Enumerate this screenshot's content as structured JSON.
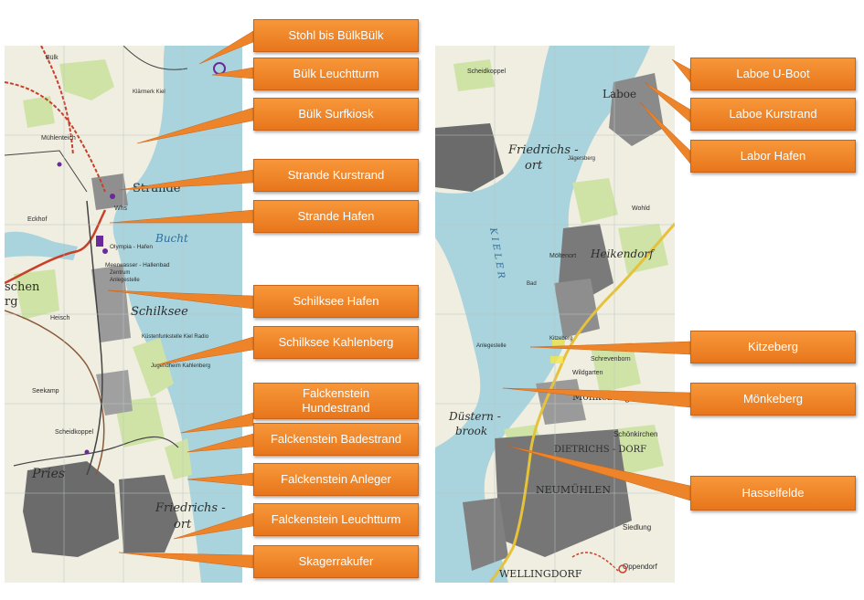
{
  "left_map": {
    "place_labels": {
      "strande": "Strande",
      "bucht": "Bucht",
      "schilksee": "Schilksee",
      "friedrichsort": "Friedrichs -",
      "friedrichsort2": "ort",
      "pries": "Pries",
      "muehlenteich": "Mühlenteich",
      "heisch": "Heisch",
      "seekamp": "Seekamp",
      "scheidkoppel": "Scheidkoppel",
      "olympia_hafen": "Olympia - Hafen",
      "meerwasser": "Meerwasser - Hallenbad",
      "zentrum": "Zentrum",
      "anlegestelle": "Anlegestelle",
      "kuestenfunk": "Küstenfunkstelle Kiel Radio",
      "jugendheim": "Jugendheim Kahlenberg",
      "eckhof": "Eckhof",
      "whs": "Whs",
      "buelk": "Bülk",
      "klaermerk": "Klärmerk Kiel",
      "schenkenberg": "schen",
      "schenkenberg2": "rg"
    }
  },
  "right_map": {
    "place_labels": {
      "laboe": "Laboe",
      "friedrichsort": "Friedrichs -",
      "friedrichsort2": "ort",
      "heikendorf": "Heikendorf",
      "moeltenort": "Möltenort",
      "moenkeberg": "Mönkeberg",
      "duesternbrook": "Düstern -",
      "duesternbrook2": "brook",
      "dietrichsdorf": "DIETRICHS - DORF",
      "neumuehlen": "NEUMÜHLEN",
      "wellingdorf": "WELLINGDORF",
      "schoenkirchen": "Schönkirchen",
      "oppendorf": "Oppendorf",
      "siedlung": "Siedlung",
      "kiel_vertical": "K I E L E R",
      "scheidkoppel": "Scheidkoppel",
      "schrevenborn": "Schrevenborn",
      "wildgarten": "Wildgarten",
      "wohld": "Wohld",
      "bad": "Bad",
      "anlegestelle": "Anlegestelle",
      "jaegersberg": "Jägersberg",
      "kitzeberg_small": "Kitzeberg"
    }
  },
  "callouts": {
    "stohl": "Stohl bis BülkBülk",
    "buelk_leuchtturm": "Bülk Leuchtturm",
    "buelk_surfkiosk": "Bülk Surfkiosk",
    "strande_kurstrand": "Strande Kurstrand",
    "strande_hafen": "Strande Hafen",
    "schilksee_hafen": "Schilksee Hafen",
    "schilksee_kahlenberg": "Schilksee Kahlenberg",
    "falckenstein_hundestrand": "Falckenstein Hundestrand",
    "falckenstein_badestrand": "Falckenstein Badestrand",
    "falckenstein_anleger": "Falckenstein Anleger",
    "falckenstein_leuchtturm": "Falckenstein Leuchtturm",
    "skagerrakufer": "Skagerrakufer",
    "laboe_uboot": "Laboe U-Boot",
    "laboe_kurstrand": "Laboe Kurstrand",
    "labor_hafen": "Labor Hafen",
    "kitzeberg": "Kitzeberg",
    "moenkeberg": "Mönkeberg",
    "hasselfelde": "Hasselfelde"
  },
  "colors": {
    "water": "#a9d3dd",
    "land": "#efeee1",
    "forest": "#cfe3a6",
    "urban": "#6b6b6b",
    "callout": "#f08a2a",
    "road_red": "#c8402a",
    "road_yellow": "#e6c23a"
  }
}
